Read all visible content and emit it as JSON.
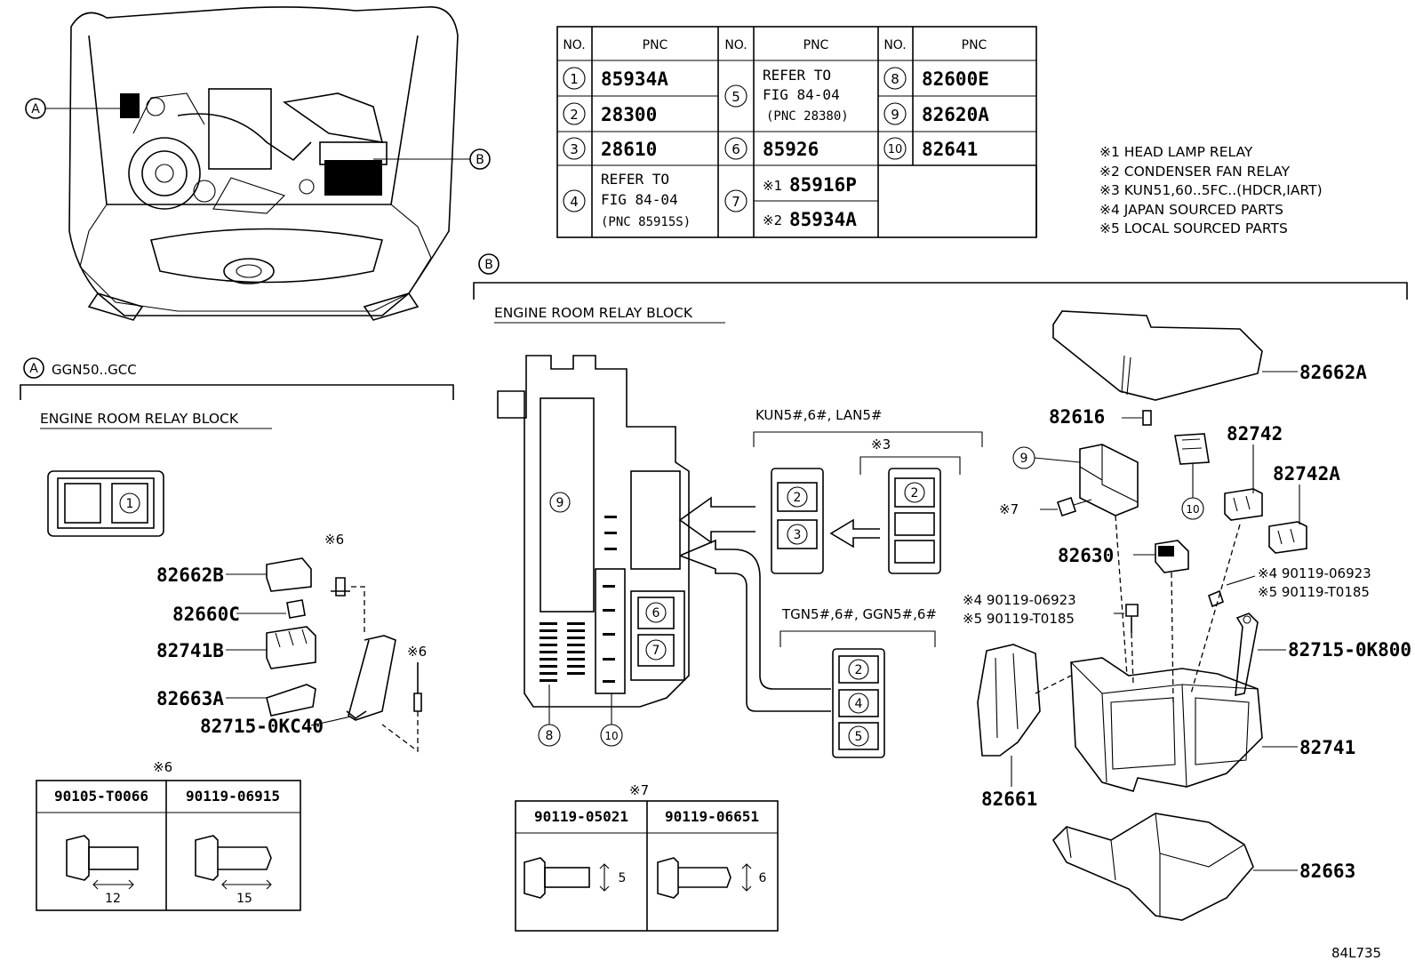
{
  "pnc_table": {
    "headers": [
      "NO.",
      "PNC",
      "NO.",
      "PNC",
      "NO.",
      "PNC"
    ],
    "col1": [
      {
        "no": "1",
        "pnc": "85934A"
      },
      {
        "no": "2",
        "pnc": "28300"
      },
      {
        "no": "3",
        "pnc": "28610"
      },
      {
        "no": "4",
        "pnc_lines": [
          "REFER TO",
          "FIG 84-04",
          "(PNC 85915S)"
        ]
      }
    ],
    "col2": [
      {
        "no": "5",
        "pnc_lines": [
          "REFER TO",
          "FIG 84-04",
          "(PNC 28380)"
        ]
      },
      {
        "no": "6",
        "pnc": "85926"
      },
      {
        "no": "7",
        "sub": [
          {
            "mark": "※1",
            "pnc": "85916P"
          },
          {
            "mark": "※2",
            "pnc": "85934A"
          }
        ]
      }
    ],
    "col3": [
      {
        "no": "8",
        "pnc": "82600E"
      },
      {
        "no": "9",
        "pnc": "82620A"
      },
      {
        "no": "10",
        "pnc": "82641"
      }
    ]
  },
  "notes": [
    "※1 HEAD LAMP RELAY",
    "※2 CONDENSER FAN RELAY",
    "※3 KUN51,60..5FC..(HDCR,IART)",
    "※4 JAPAN SOURCED PARTS",
    "※5 LOCAL SOURCED PARTS"
  ],
  "section_a": {
    "marker": "A",
    "model": "GGN50..GCC",
    "title": "ENGINE ROOM RELAY BLOCK",
    "relay_no": "1",
    "parts": [
      "82662B",
      "82660C",
      "82741B",
      "82663A",
      "82715-0KC40"
    ],
    "mark6_a": "※6",
    "mark6_b": "※6",
    "bolt_table": {
      "mark": "※6",
      "headers": [
        "90105-T0066",
        "90119-06915"
      ],
      "dims": [
        "12",
        "15"
      ]
    }
  },
  "section_b": {
    "marker": "B",
    "title": "ENGINE ROOM RELAY BLOCK",
    "variant1": "KUN5#,6#, LAN5#",
    "variant2": "※3",
    "variant3": "TGN5#,6#, GGN5#,6#",
    "block_labels": [
      "9",
      "6",
      "7",
      "8",
      "10"
    ],
    "relay_set1": [
      "2",
      "3"
    ],
    "relay_set2": [
      "2"
    ],
    "relay_set3": [
      "2",
      "4",
      "5"
    ],
    "bolt_table": {
      "mark": "※7",
      "headers": [
        "90119-05021",
        "90119-06651"
      ],
      "dims": [
        "5",
        "6"
      ]
    }
  },
  "exploded_parts": {
    "cover": "82662A",
    "fuse": "82616",
    "relay_a": "82742",
    "relay_b": "82742A",
    "item9": "9",
    "item10": "10",
    "mark7": "※7",
    "part_82630": "82630",
    "bolt_left": [
      "※4 90119-06923",
      "※5 90119-T0185"
    ],
    "bolt_right": [
      "※4 90119-06923",
      "※5 90119-T0185"
    ],
    "bracket": "82715-0K800",
    "body": "82741",
    "side": "82661",
    "lower": "82663"
  },
  "overview": {
    "marker_a": "A",
    "marker_b": "B"
  },
  "figure_code": "84L735"
}
